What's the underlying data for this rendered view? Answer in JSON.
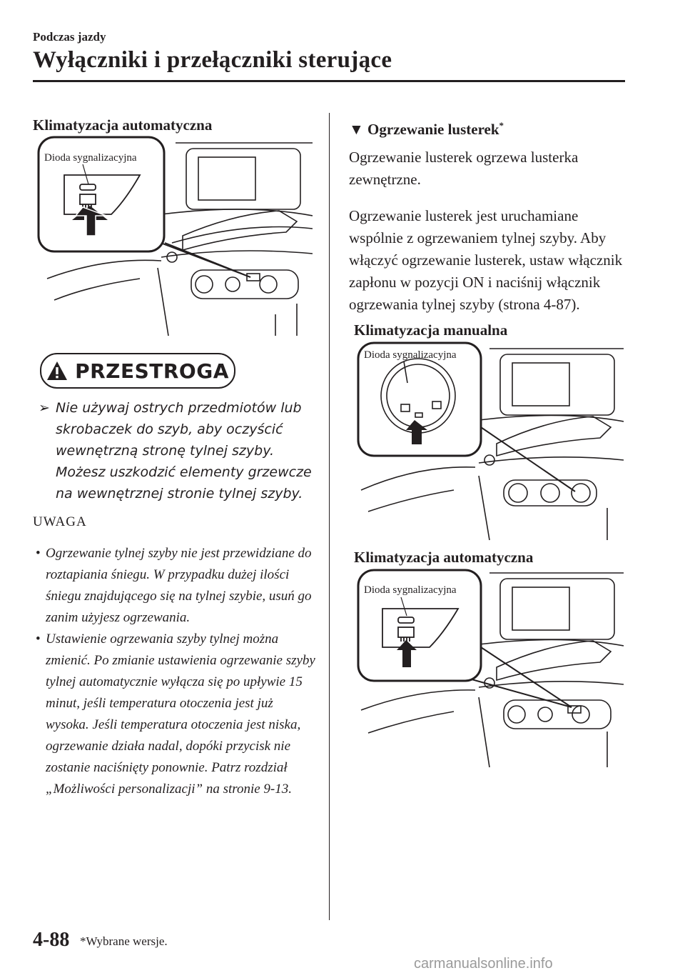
{
  "header": {
    "section_label": "Podczas jazdy",
    "title": "Wyłączniki i przełączniki sterujące"
  },
  "left": {
    "heading": "Klimatyzacja automatyczna",
    "illustration_label": "Dioda sygnalizacyjna",
    "caution_label": "PRZESTROGA",
    "caution_text": "Nie używaj ostrych przedmiotów lub skrobaczek do szyb, aby oczyścić wewnętrzną stronę tylnej szyby. Możesz uszkodzić elementy grzewcze na wewnętrznej stronie tylnej szyby.",
    "note_title": "UWAGA",
    "notes": [
      "Ogrzewanie tylnej szyby nie jest przewidziane do roztapiania śniegu. W przypadku dużej ilości śniegu znajdującego się na tylnej szybie, usuń go zanim użyjesz ogrzewania.",
      "Ustawienie ogrzewania szyby tylnej można zmienić. Po zmianie ustawienia ogrzewanie szyby tylnej automatycznie wyłącza się po upływie 15 minut, jeśli temperatura otoczenia jest już wysoka. Jeśli temperatura otoczenia jest niska, ogrzewanie działa nadal, dopóki przycisk nie zostanie naciśnięty ponownie. Patrz rozdział „Możliwości personalizacji” na stronie 9-13."
    ]
  },
  "right": {
    "heading": "Ogrzewanie lusterek",
    "heading_mark": "*",
    "para1": "Ogrzewanie lusterek ogrzewa lusterka zewnętrzne.",
    "para2": "Ogrzewanie lusterek jest uruchamiane wspólnie z ogrzewaniem tylnej szyby. Aby włączyć ogrzewanie lusterek, ustaw włącznik zapłonu w pozycji ON i naciśnij włącznik ogrzewania tylnej szyby (strona 4-87).",
    "manual_heading": "Klimatyzacja manualna",
    "manual_label": "Dioda sygnalizacyjna",
    "auto_heading": "Klimatyzacja automatyczna",
    "auto_label": "Dioda sygnalizacyjna"
  },
  "footer": {
    "page_number": "4-88",
    "footnote": "*Wybrane wersje.",
    "watermark": "carmanualsonline.info"
  }
}
